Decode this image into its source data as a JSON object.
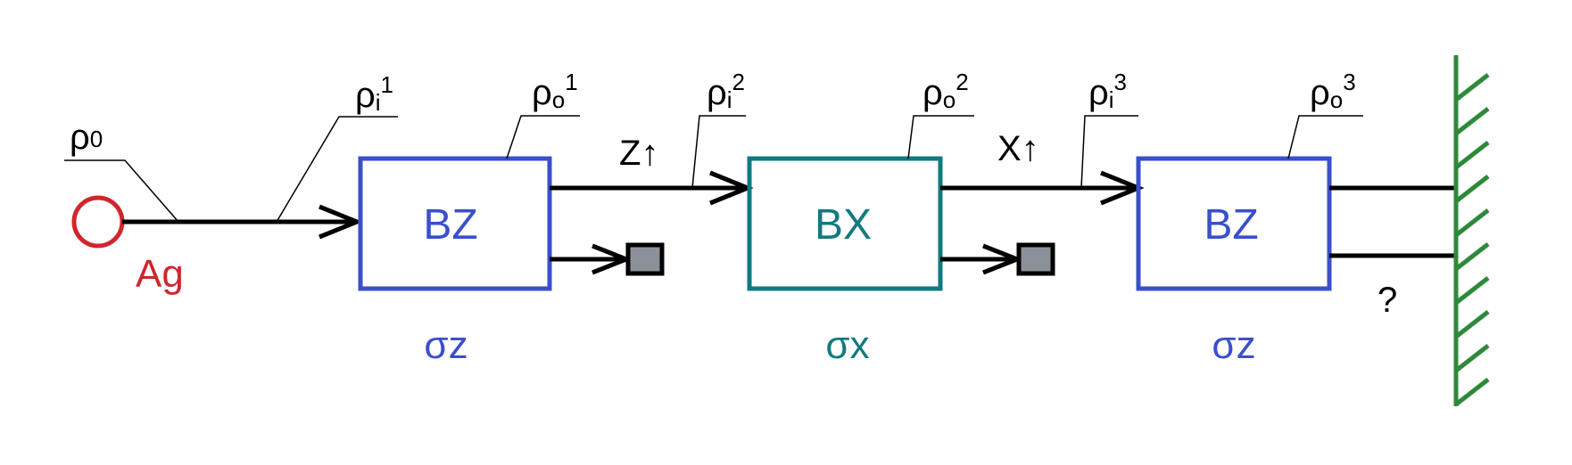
{
  "colors": {
    "line": "#000000",
    "source": "#d0262e",
    "bz": "#3a4fcc",
    "bx": "#117a80",
    "detector_fill": "#8c9198",
    "wall": "#2d8a3a"
  },
  "source": {
    "label": "Ag",
    "state_base": "ρ",
    "state_sub": "0"
  },
  "labels": {
    "rho_i1": {
      "base": "ρ",
      "sub": "i",
      "sup": "1"
    },
    "rho_o1": {
      "base": "ρ",
      "sub": "o",
      "sup": "1"
    },
    "rho_i2": {
      "base": "ρ",
      "sub": "i",
      "sup": "2"
    },
    "rho_o2": {
      "base": "ρ",
      "sub": "o",
      "sup": "2"
    },
    "rho_i3": {
      "base": "ρ",
      "sub": "i",
      "sup": "3"
    },
    "rho_o3": {
      "base": "ρ",
      "sub": "o",
      "sup": "3"
    }
  },
  "boxes": [
    {
      "label": "BZ",
      "operator": "σz"
    },
    {
      "label": "BX",
      "operator": "σx"
    },
    {
      "label": "BZ",
      "operator": "σz"
    }
  ],
  "beam_labels": {
    "z_up": "Z↑",
    "x_up": "X↑"
  },
  "question": "?"
}
